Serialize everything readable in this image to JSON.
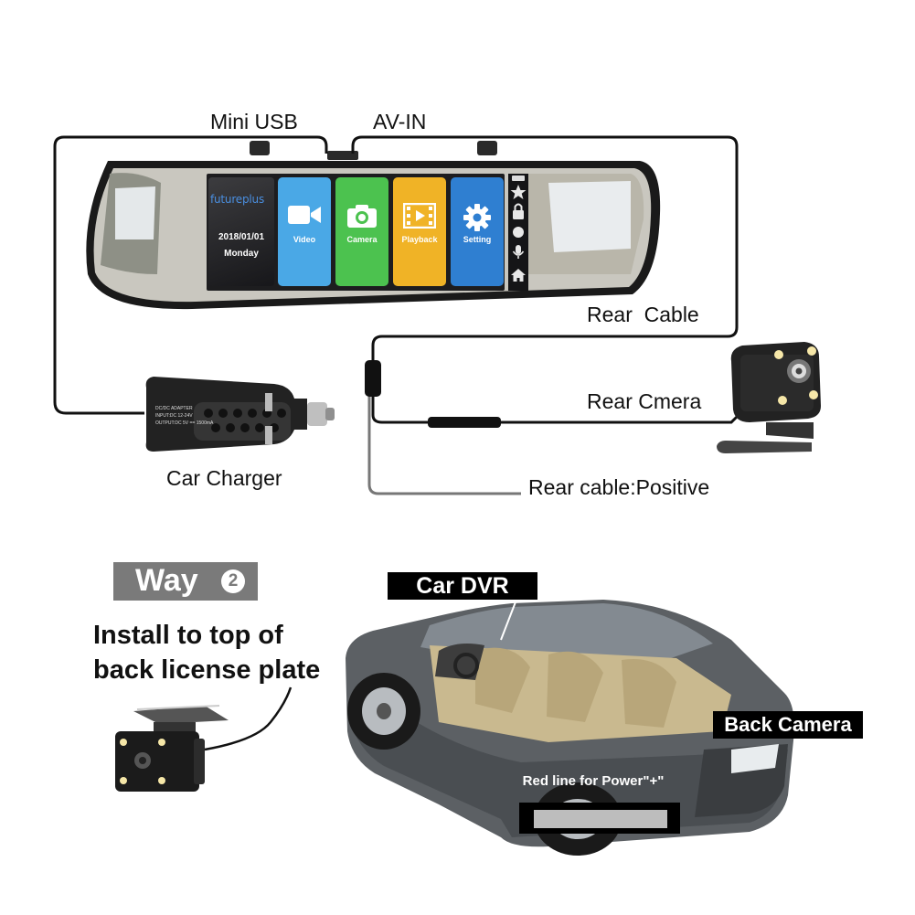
{
  "connectors": {
    "mini_usb": "Mini USB",
    "av_in": "AV-IN"
  },
  "mirror_screen": {
    "brand": "futureplus",
    "date": "2018/01/01",
    "day": "Monday",
    "tiles": [
      {
        "label": "Video",
        "icon": "video-camera-icon",
        "color": "#4aa8e6"
      },
      {
        "label": "Camera",
        "icon": "photo-camera-icon",
        "color": "#4cc24f"
      },
      {
        "label": "Playback",
        "icon": "film-icon",
        "color": "#f0b326"
      },
      {
        "label": "Setting",
        "icon": "gear-icon",
        "color": "#2f7fd1"
      }
    ],
    "side_icons": [
      "star-icon",
      "lock-icon",
      "record-icon",
      "mic-icon",
      "home-icon"
    ]
  },
  "labels": {
    "rear_cable": "Rear  Cable",
    "rear_camera": "Rear Cmera",
    "car_charger": "Car Charger",
    "rear_cable_positive": "Rear cable:Positive"
  },
  "charger_print": {
    "line1": "DC/DC ADAPTER",
    "line2": "INPUT:DC 12-24V",
    "line3": "OUTPUT:DC 5V == 1500mA"
  },
  "way": {
    "word": "Way",
    "number": "2",
    "instruction_line1": "Install to top of",
    "instruction_line2": "back license plate"
  },
  "tags": {
    "car_dvr": "Car DVR",
    "back_camera": "Back Camera",
    "red_line": "Red line for Power\"+\""
  },
  "colors": {
    "cable": "#111111",
    "positive_cable": "#777777",
    "tag_bg": "#000000",
    "way_bg": "#7a7a7a"
  }
}
